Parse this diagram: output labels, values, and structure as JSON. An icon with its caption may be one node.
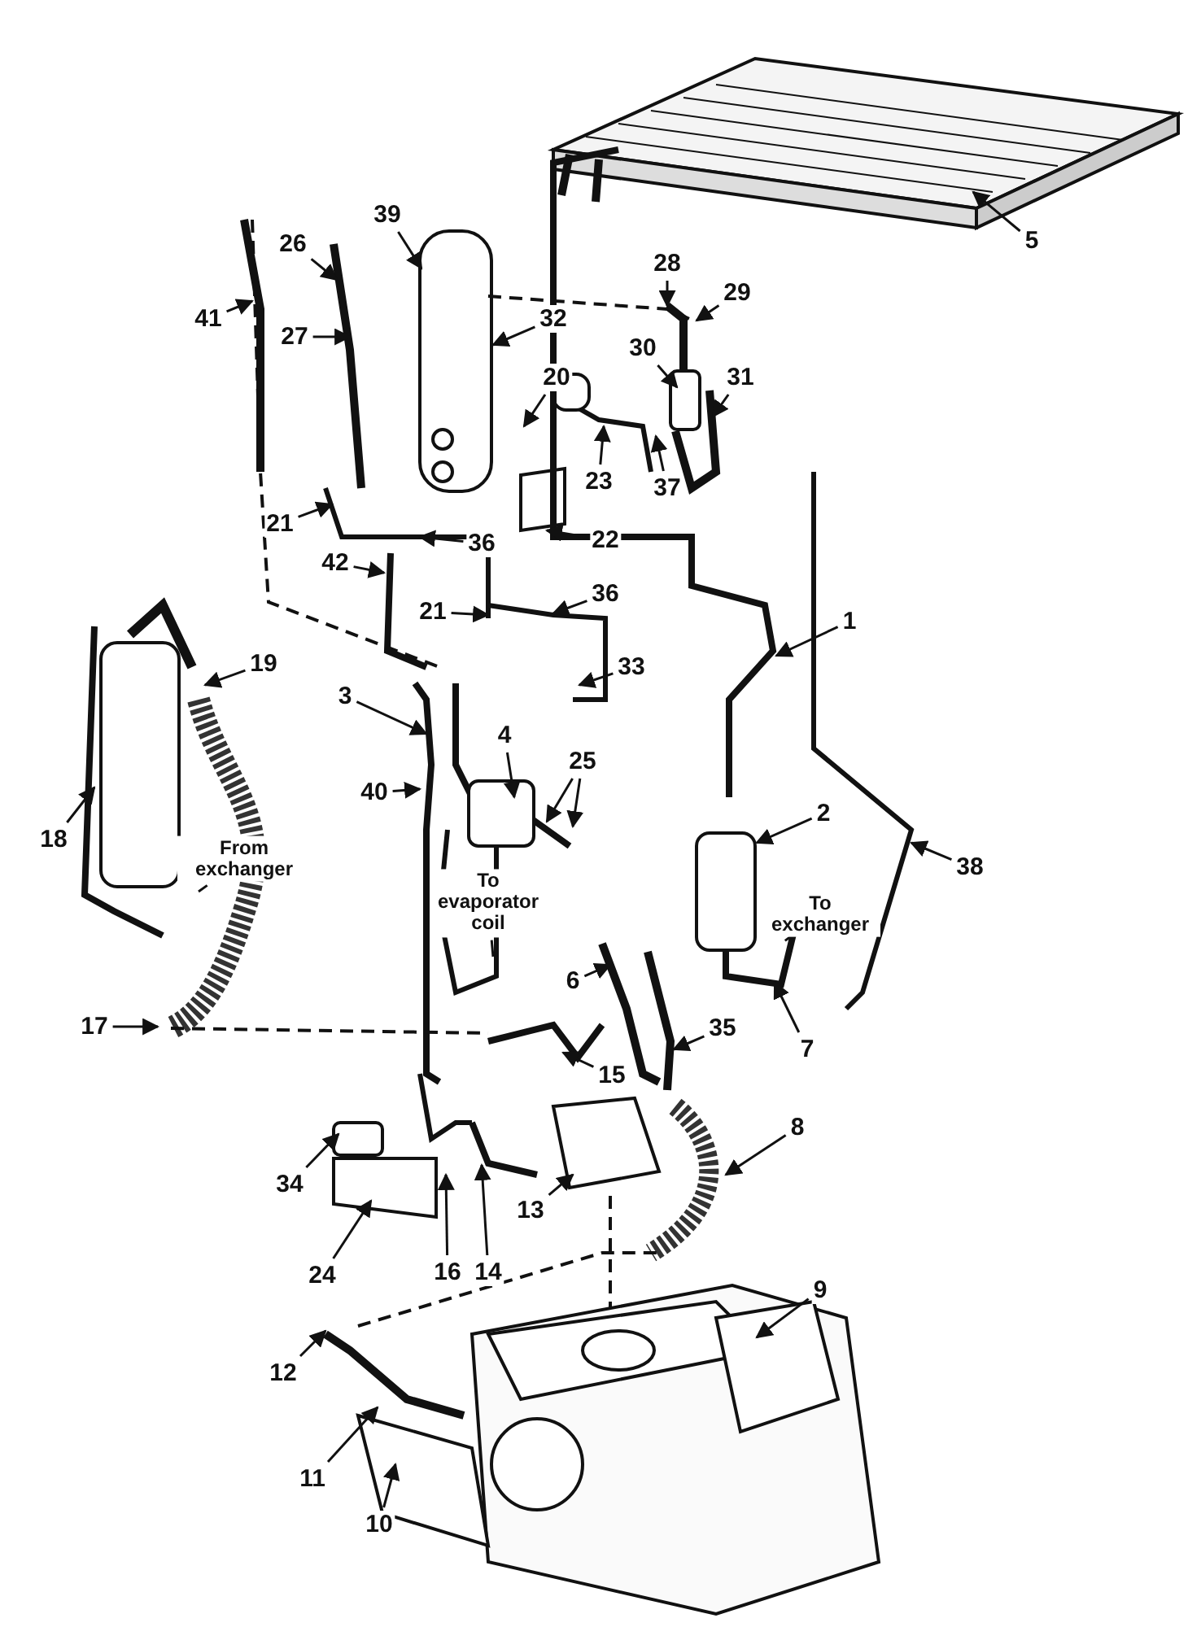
{
  "diagram": {
    "nodes": [
      {
        "text": [
          "5"
        ]
      },
      {
        "text": [
          "26"
        ]
      },
      {
        "text": [
          "39"
        ]
      },
      {
        "text": [
          "28"
        ]
      },
      {
        "text": [
          "29"
        ]
      },
      {
        "text": [
          "41"
        ]
      },
      {
        "text": [
          "27"
        ]
      },
      {
        "text": [
          "32"
        ]
      },
      {
        "text": [
          "20"
        ]
      },
      {
        "text": [
          "30"
        ]
      },
      {
        "text": [
          "31"
        ]
      },
      {
        "text": [
          "23"
        ]
      },
      {
        "text": [
          "37"
        ]
      },
      {
        "text": [
          "22"
        ]
      },
      {
        "text": [
          "21"
        ]
      },
      {
        "text": [
          "36"
        ]
      },
      {
        "text": [
          "42"
        ]
      },
      {
        "text": [
          "21"
        ]
      },
      {
        "text": [
          "36"
        ]
      },
      {
        "text": [
          "1"
        ]
      },
      {
        "text": [
          "19"
        ]
      },
      {
        "text": [
          "33"
        ]
      },
      {
        "text": [
          "3"
        ]
      },
      {
        "text": [
          "4"
        ]
      },
      {
        "text": [
          "25"
        ]
      },
      {
        "text": [
          "40"
        ]
      },
      {
        "text": [
          "18"
        ]
      },
      {
        "text": [
          "From exchanger"
        ]
      },
      {
        "text": [
          "2"
        ]
      },
      {
        "text": [
          "To evaporator coil"
        ]
      },
      {
        "text": [
          "To exchanger"
        ]
      },
      {
        "text": [
          "38"
        ]
      },
      {
        "text": [
          "6"
        ]
      },
      {
        "text": [
          "17"
        ]
      },
      {
        "text": [
          "35"
        ]
      },
      {
        "text": [
          "15"
        ]
      },
      {
        "text": [
          "7"
        ]
      },
      {
        "text": [
          "8"
        ]
      },
      {
        "text": [
          "34"
        ]
      },
      {
        "text": [
          "13"
        ]
      },
      {
        "text": [
          "14"
        ]
      },
      {
        "text": [
          "16"
        ]
      },
      {
        "text": [
          "24"
        ]
      },
      {
        "text": [
          "9"
        ]
      },
      {
        "text": [
          "12"
        ]
      },
      {
        "text": [
          "11"
        ]
      },
      {
        "text": [
          "10"
        ]
      }
    ],
    "edges": [
      {
        "from": 0,
        "to": null,
        "arrow": "to"
      },
      {
        "from": 1,
        "to": null,
        "arrow": "to"
      },
      {
        "from": 2,
        "to": null,
        "arrow": "to"
      },
      {
        "from": 3,
        "to": null,
        "arrow": "to"
      },
      {
        "from": 4,
        "to": null,
        "arrow": "to"
      },
      {
        "from": 5,
        "to": null,
        "arrow": "to"
      },
      {
        "from": 6,
        "to": null,
        "arrow": "to"
      },
      {
        "from": 7,
        "to": null,
        "arrow": "to"
      },
      {
        "from": 8,
        "to": null,
        "arrow": "to"
      },
      {
        "from": 9,
        "to": null,
        "arrow": "to"
      },
      {
        "from": 10,
        "to": null,
        "arrow": "to"
      },
      {
        "from": 11,
        "to": null,
        "arrow": "to"
      },
      {
        "from": 12,
        "to": null,
        "arrow": "to"
      },
      {
        "from": 13,
        "to": null,
        "arrow": "to"
      },
      {
        "from": 14,
        "to": null,
        "arrow": "to"
      },
      {
        "from": 15,
        "to": null,
        "arrow": "to"
      },
      {
        "from": 16,
        "to": null,
        "arrow": "to"
      },
      {
        "from": 17,
        "to": null,
        "arrow": "to"
      },
      {
        "from": 18,
        "to": null,
        "arrow": "to"
      },
      {
        "from": 19,
        "to": null,
        "arrow": "to"
      },
      {
        "from": 20,
        "to": null,
        "arrow": "to"
      },
      {
        "from": 21,
        "to": null,
        "arrow": "to"
      },
      {
        "from": 22,
        "to": null,
        "arrow": "to"
      },
      {
        "from": 23,
        "to": null,
        "arrow": "to"
      },
      {
        "from": 24,
        "to": null,
        "arrow": "to"
      },
      {
        "from": 24,
        "to": null,
        "arrow": "to"
      },
      {
        "from": 25,
        "to": null,
        "arrow": "to"
      },
      {
        "from": 26,
        "to": null,
        "arrow": "to"
      },
      {
        "from": 27,
        "to": null,
        "arrow": "none"
      },
      {
        "from": 28,
        "to": null,
        "arrow": "to"
      },
      {
        "from": 29,
        "to": null,
        "arrow": "none"
      },
      {
        "from": 30,
        "to": null,
        "arrow": "none"
      },
      {
        "from": 31,
        "to": null,
        "arrow": "to"
      },
      {
        "from": 32,
        "to": null,
        "arrow": "to"
      },
      {
        "from": 33,
        "to": null,
        "arrow": "to"
      },
      {
        "from": 34,
        "to": null,
        "arrow": "to"
      },
      {
        "from": 35,
        "to": null,
        "arrow": "to"
      },
      {
        "from": 36,
        "to": null,
        "arrow": "to"
      },
      {
        "from": 37,
        "to": null,
        "arrow": "to"
      },
      {
        "from": 38,
        "to": null,
        "arrow": "to"
      },
      {
        "from": 39,
        "to": null,
        "arrow": "to"
      },
      {
        "from": 40,
        "to": null,
        "arrow": "to"
      },
      {
        "from": 41,
        "to": null,
        "arrow": "to"
      },
      {
        "from": 42,
        "to": null,
        "arrow": "to"
      },
      {
        "from": 43,
        "to": null,
        "arrow": "to"
      },
      {
        "from": 44,
        "to": null,
        "arrow": "to"
      },
      {
        "from": 45,
        "to": null,
        "arrow": "to"
      },
      {
        "from": 46,
        "to": null,
        "arrow": "to"
      }
    ]
  }
}
